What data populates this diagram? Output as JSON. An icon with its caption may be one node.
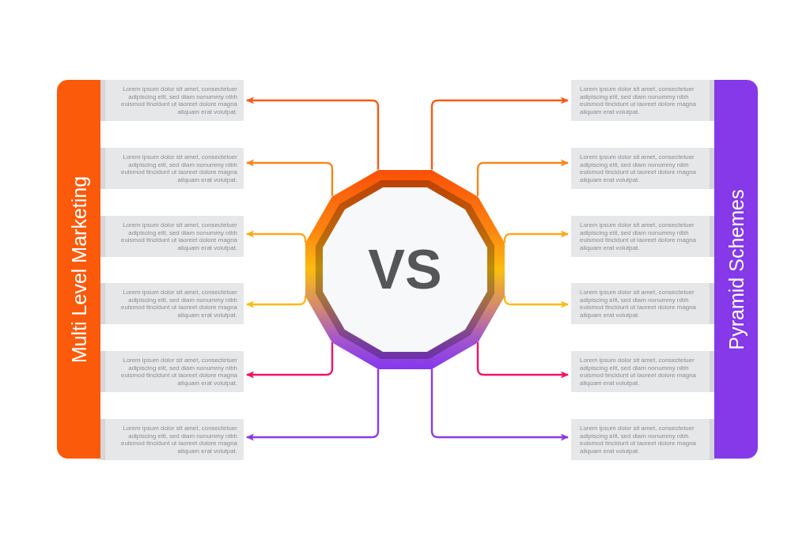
{
  "diagram": {
    "nodes": [
      {
        "text": [
          "Multi Level Marketing"
        ]
      },
      {
        "text": [
          "Lorem ipsum dolor sit amet, consectetuer adipiscing elit, sed diam nonummy nibh euismod tincidunt ut laoreet dolore magna aliquam erat volutpat."
        ]
      },
      {
        "text": [
          "Lorem ipsum dolor sit amet, consectetuer adipiscing elit, sed diam nonummy nibh euismod tincidunt ut laoreet dolore magna aliquam erat volutpat."
        ]
      },
      {
        "text": [
          "Lorem ipsum dolor sit amet, consectetuer adipiscing elit, sed diam nonummy nibh euismod tincidunt ut laoreet dolore magna aliquam erat volutpat."
        ]
      },
      {
        "text": [
          "Lorem ipsum dolor sit amet, consectetuer adipiscing elit, sed diam nonummy nibh euismod tincidunt ut laoreet dolore magna aliquam erat volutpat."
        ]
      },
      {
        "text": [
          "Lorem ipsum dolor sit amet, consectetuer adipiscing elit, sed diam nonummy nibh euismod tincidunt ut laoreet dolore magna aliquam erat volutpat."
        ]
      },
      {
        "text": [
          "Lorem ipsum dolor sit amet, consectetuer adipiscing elit, sed diam nonummy nibh euismod tincidunt ut laoreet dolore magna aliquam erat volutpat."
        ]
      },
      {
        "text": [
          "VS"
        ]
      },
      {
        "text": [
          "Lorem ipsum dolor sit amet, consectetuer adipiscing elit, sed diam nonummy nibh euismod tincidunt ut laoreet dolore magna aliquam erat volutpat."
        ]
      },
      {
        "text": [
          "Lorem ipsum dolor sit amet, consectetuer adipiscing elit, sed diam nonummy nibh euismod tincidunt ut laoreet dolore magna aliquam erat volutpat."
        ]
      },
      {
        "text": [
          "Lorem ipsum dolor sit amet, consectetuer adipiscing elit, sed diam nonummy nibh euismod tincidunt ut laoreet dolore magna aliquam erat volutpat."
        ]
      },
      {
        "text": [
          "Lorem ipsum dolor sit amet, consectetuer adipiscing elit, sed diam nonummy nibh euismod tincidunt ut laoreet dolore magna aliquam erat volutpat."
        ]
      },
      {
        "text": [
          "Lorem ipsum dolor sit amet, consectetuer adipiscing elit, sed diam nonummy nibh euismod tincidunt ut laoreet dolore magna aliquam erat volutpat."
        ]
      },
      {
        "text": [
          "Lorem ipsum dolor sit amet, consectetuer adipiscing elit, sed diam nonummy nibh euismod tincidunt ut laoreet dolore magna aliquam erat volutpat."
        ]
      },
      {
        "text": [
          "Pyramid Schemes"
        ]
      }
    ],
    "edges": [
      {
        "from": 7,
        "to": 1,
        "arrow": "to",
        "color": "#f85a14"
      },
      {
        "from": 7,
        "to": 2,
        "arrow": "to",
        "color": "#f7861b"
      },
      {
        "from": 7,
        "to": 3,
        "arrow": "to",
        "color": "#fba818"
      },
      {
        "from": 7,
        "to": 4,
        "arrow": "to",
        "color": "#fbbb14"
      },
      {
        "from": 7,
        "to": 5,
        "arrow": "to",
        "color": "#f21166"
      },
      {
        "from": 7,
        "to": 6,
        "arrow": "to",
        "color": "#8b3ae8"
      },
      {
        "from": 7,
        "to": 8,
        "arrow": "to",
        "color": "#f85a14"
      },
      {
        "from": 7,
        "to": 9,
        "arrow": "to",
        "color": "#f7861b"
      },
      {
        "from": 7,
        "to": 10,
        "arrow": "to",
        "color": "#fba818"
      },
      {
        "from": 7,
        "to": 11,
        "arrow": "to",
        "color": "#fbbb14"
      },
      {
        "from": 7,
        "to": 12,
        "arrow": "to",
        "color": "#f21166"
      },
      {
        "from": 7,
        "to": 13,
        "arrow": "to",
        "color": "#8b3ae8"
      }
    ]
  }
}
